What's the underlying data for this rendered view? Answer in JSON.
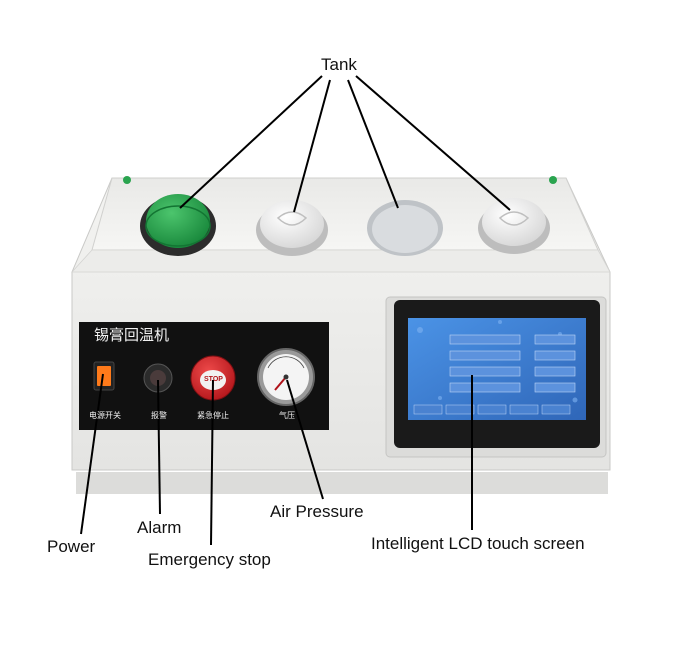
{
  "callouts": {
    "tank": "Tank",
    "power": "Power",
    "alarm": "Alarm",
    "emergency_stop": "Emergency stop",
    "air_pressure": "Air Pressure",
    "lcd": "Intelligent LCD touch screen"
  },
  "panel": {
    "title": "锡膏回温机",
    "power_switch": "电源开关",
    "alarm": "报警",
    "emergency_stop": "紧急停止",
    "air_pressure": "气压",
    "stop_button": "STOP"
  },
  "colors": {
    "tank_1_lid": "#2aa44f",
    "tank_2_lid": "#ededed",
    "tank_3_empty": "#d9dcdf",
    "tank_4_lid": "#ededed",
    "stop_button": "#d7262b",
    "power_switch": "#ff7a1a",
    "lcd_screen": "#3d7fd6",
    "panel_bg": "#111111",
    "cabinet": "#f1f1ef"
  }
}
